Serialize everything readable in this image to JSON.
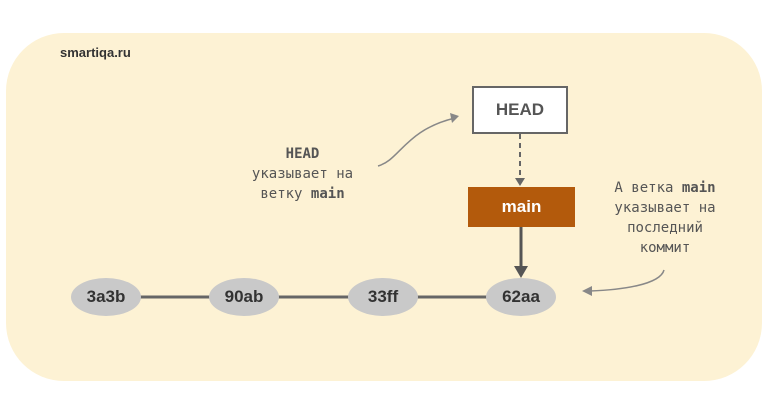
{
  "brand": "smartiqa.ru",
  "head_box": "HEAD",
  "branch_box": "main",
  "commits": [
    "3a3b",
    "90ab",
    "33ff",
    "62aa"
  ],
  "note_left": {
    "line1_bold": "HEAD",
    "line2": "указывает на",
    "line3_pre": "ветку ",
    "line3_bold": "main"
  },
  "note_right": {
    "line1_pre": "А ветка ",
    "line1_bold": "main",
    "line2": "указывает на",
    "line3": "последний",
    "line4": "коммит"
  },
  "colors": {
    "background": "#fdf2d4",
    "branch": "#b35a0c",
    "commit": "#c9c9c9",
    "line": "#666666"
  }
}
